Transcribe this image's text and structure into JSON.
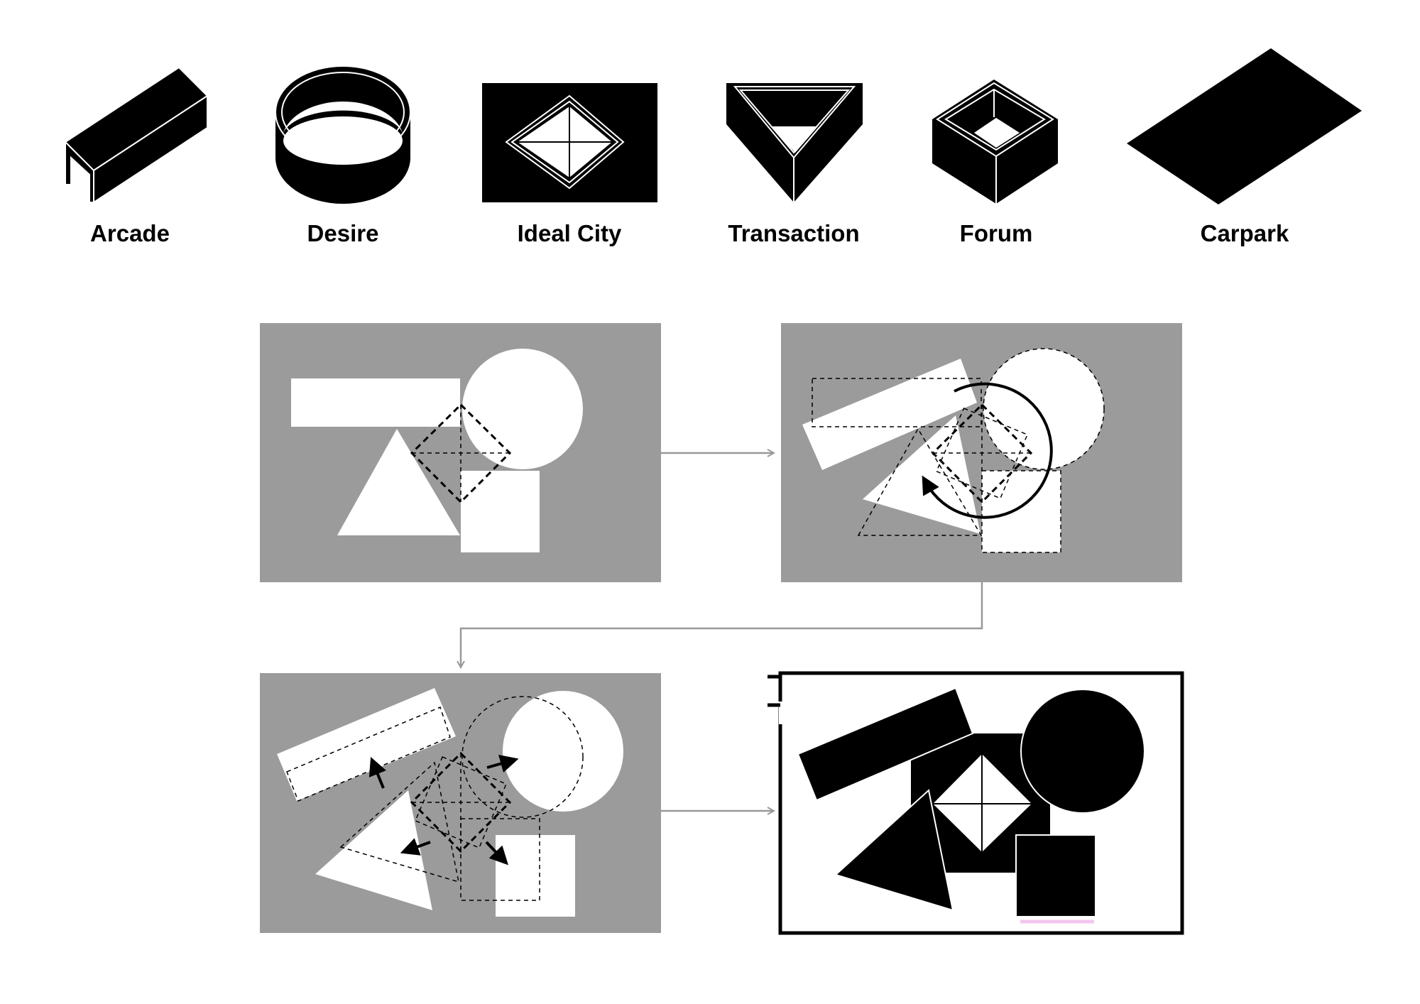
{
  "icons": {
    "arcade": "Arcade",
    "desire": "Desire",
    "ideal_city": "Ideal City",
    "transaction": "Transaction",
    "forum": "Forum",
    "carpark": "Carpark"
  },
  "colors": {
    "panel_grey": "#9b9b9b",
    "ink": "#000000",
    "arrow_grey": "#999999",
    "accent_pink": "#f4c6ee"
  },
  "panels": [
    "original-composition",
    "rotation-step",
    "translation-step",
    "final-composition"
  ]
}
